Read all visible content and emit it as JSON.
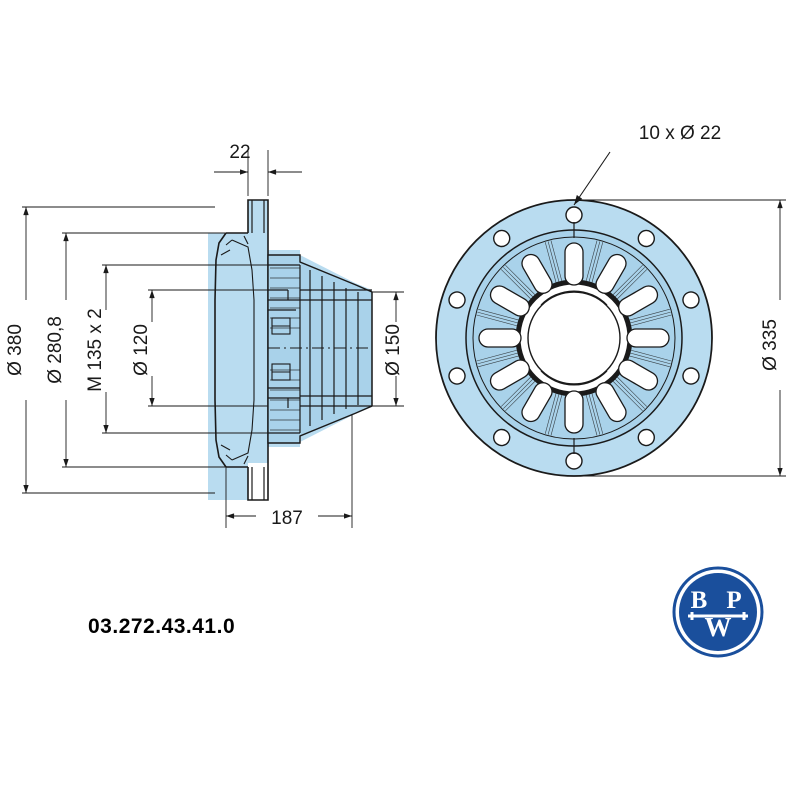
{
  "page": {
    "background": "#ffffff",
    "part_number": "03.272.43.41.0"
  },
  "colors": {
    "fill_light_blue": "#b9dcf0",
    "fill_mid_blue": "#a9d2ea",
    "line": "#1a1a1a",
    "logo_blue": "#1a4f9c",
    "white": "#ffffff"
  },
  "logo": {
    "name": "bpw-logo",
    "letters": [
      "B",
      "P",
      "W"
    ]
  },
  "dimensions": {
    "top_width": "22",
    "outer_diameter": "Ø 380",
    "bolt_circle": "Ø 280,8",
    "thread": "M 135 x 2",
    "bore_small": "Ø 120",
    "bore_right": "Ø 150",
    "length": "187",
    "holes_note": "10 x Ø 22",
    "flange_diameter": "Ø 335"
  },
  "views": {
    "section_view": "wheel-hub-section-view",
    "front_view": "wheel-hub-front-view"
  }
}
